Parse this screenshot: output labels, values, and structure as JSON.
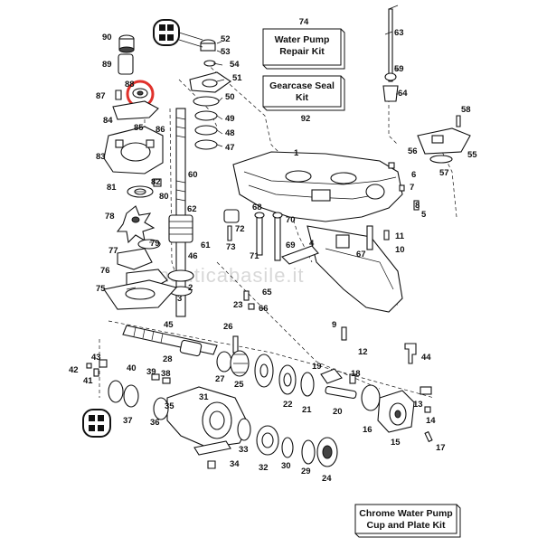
{
  "diagram": {
    "watermark": "nauticabasile.it",
    "kits": [
      {
        "number": "74",
        "lines": [
          "Water Pump",
          "Repair Kit"
        ]
      },
      {
        "number": "92",
        "lines": [
          "Gearcase Seal",
          "Kit"
        ]
      },
      {
        "number": "",
        "lines": [
          "Chrome Water Pump",
          "Cup and Plate Kit"
        ]
      }
    ],
    "callouts": [
      "90",
      "52",
      "53",
      "54",
      "51",
      "50",
      "49",
      "48",
      "47",
      "63",
      "59",
      "64",
      "58",
      "89",
      "87",
      "88",
      "84",
      "85",
      "86",
      "83",
      "82",
      "81",
      "80",
      "60",
      "78",
      "79",
      "77",
      "76",
      "75",
      "62",
      "61",
      "46",
      "1",
      "2",
      "3",
      "45",
      "72",
      "73",
      "68",
      "71",
      "70",
      "69",
      "65",
      "66",
      "67",
      "4",
      "56",
      "57",
      "55",
      "6",
      "7",
      "8",
      "5",
      "11",
      "10",
      "9",
      "12",
      "44",
      "42",
      "43",
      "41",
      "40",
      "39",
      "38",
      "37",
      "36",
      "35",
      "34",
      "33",
      "32",
      "31",
      "30",
      "29",
      "28",
      "27",
      "26",
      "25",
      "24",
      "23",
      "22",
      "21",
      "20",
      "19",
      "18",
      "17",
      "16",
      "15",
      "14",
      "13"
    ],
    "highlight_color": "#e0312b"
  }
}
